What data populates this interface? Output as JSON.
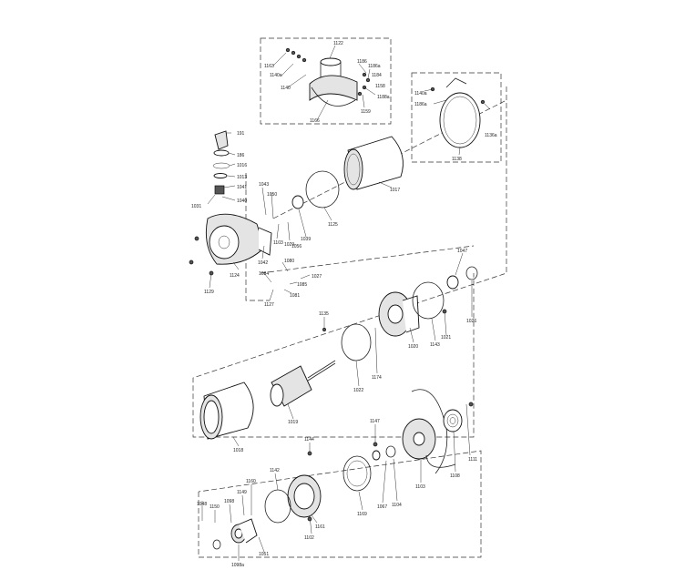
{
  "drawing": {
    "labels": {
      "p1122": "1122",
      "p1163": "1163",
      "p1140a": "1140a",
      "p1140": "1140",
      "p1186": "1186",
      "p1186a": "1186a",
      "p1184": "1184",
      "p1158": "1158",
      "p1188a": "1188a",
      "p1166": "1166",
      "p1159": "1159",
      "p1140a_b": "1140a",
      "p1186a_b": "1186a",
      "p1136a": "1136a",
      "p1138": "1138",
      "p191": "191",
      "p186": "186",
      "p1016": "1016",
      "p1013": "1013",
      "p1041": "1041",
      "p1040": "1040",
      "p1031": "1031",
      "p1043": "1043",
      "p1050": "1050",
      "p1103": "1103",
      "p1029": "1029",
      "p1056": "1056",
      "p1039": "1039",
      "p1125": "1125",
      "p1017": "1017",
      "p1042": "1042",
      "p1124": "1124",
      "p1129": "1129",
      "p1080": "1080",
      "p1084": "1084",
      "p1027": "1027",
      "p1085": "1085",
      "p1081": "1081",
      "p1127": "1127",
      "p1047": "1047",
      "p1135": "1135",
      "p1022": "1022",
      "p1174": "1174",
      "p1020": "1020",
      "p1143": "1143",
      "p1021": "1021",
      "p1026": "1026",
      "p1018": "1018",
      "p1019": "1019",
      "p1144": "1144",
      "p1147": "1147",
      "p1142": "1142",
      "p1160": "1160",
      "p1149": "1149",
      "p1150": "1150",
      "p1098": "1098",
      "p1048": "1048",
      "p1098a": "1098a",
      "p1051": "1051",
      "p1102": "1102",
      "p1161": "1161",
      "p1169": "1169",
      "p1067": "1067",
      "p1104": "1104",
      "p1103b": "1103",
      "p1108": "1108",
      "p1111": "1111"
    }
  }
}
